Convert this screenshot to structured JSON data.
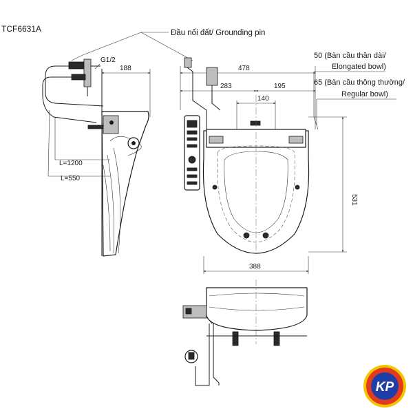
{
  "model": "TCF6631A",
  "callouts": {
    "grounding_pin": "Đầu nối đất/ Grounding pin",
    "g12": "G1/2",
    "elongated_line1": "50 (Bàn cầu thân dài/",
    "elongated_line2": "Elongated bowl)",
    "regular_line1": "65 (Bàn cầu thông thường/",
    "regular_line2": "Regular bowl)"
  },
  "dimensions": {
    "side_depth": "188",
    "hose_long": "L=1200",
    "hose_short": "L=550",
    "total_width": "478",
    "left_offset": "283",
    "right_offset": "195",
    "bolt_spacing": "140",
    "seat_length": "531",
    "seat_width": "388"
  },
  "logo": {
    "text": "KP",
    "color_outer": "#e23b1e",
    "color_inner": "#1f3fa6",
    "color_ring": "#f5c400"
  }
}
